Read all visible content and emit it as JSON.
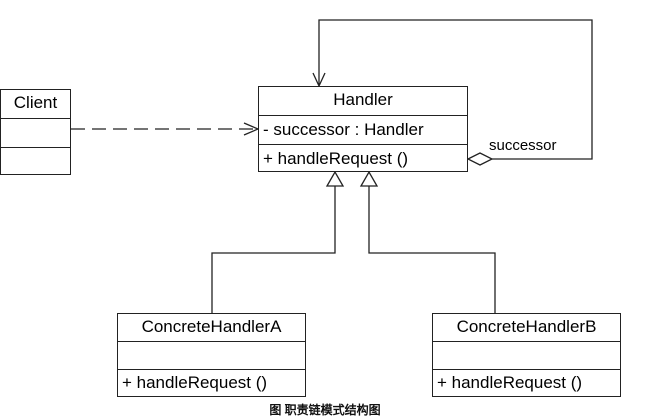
{
  "classes": {
    "client": {
      "name": "Client"
    },
    "handler": {
      "name": "Handler",
      "attribute": "- successor : Handler",
      "operation": "+ handleRequest ()"
    },
    "concrete_a": {
      "name": "ConcreteHandlerA",
      "operation": "+ handleRequest ()"
    },
    "concrete_b": {
      "name": "ConcreteHandlerB",
      "operation": "+ handleRequest ()"
    }
  },
  "relationships": {
    "self_association_label": "successor"
  },
  "caption": "图 职责链模式结构图"
}
